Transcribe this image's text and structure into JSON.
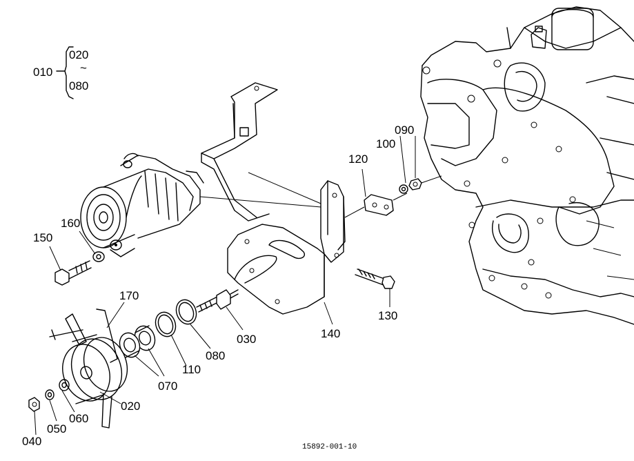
{
  "assembly": {
    "code": "010",
    "range_start": "020",
    "range_tilde": "~",
    "range_end": "080"
  },
  "parts": {
    "p020": "020",
    "p030": "030",
    "p040": "040",
    "p050": "050",
    "p060": "060",
    "p070": "070",
    "p080": "080",
    "p090": "090",
    "p100": "100",
    "p110": "110",
    "p120": "120",
    "p130": "130",
    "p140": "140",
    "p150": "150",
    "p160": "160",
    "p170": "170"
  },
  "drawing_number": "15892-001-10"
}
